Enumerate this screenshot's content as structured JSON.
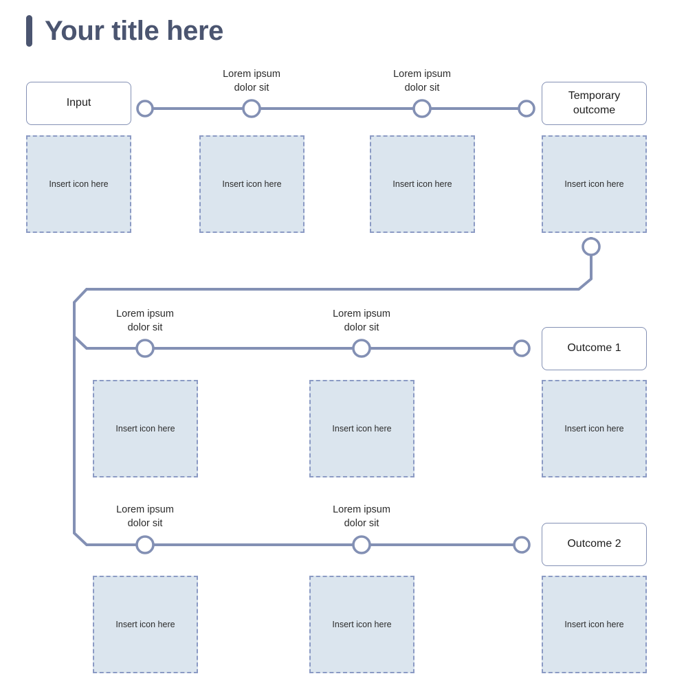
{
  "header": {
    "title": "Your title here",
    "accent_color": "#4b5570"
  },
  "theme": {
    "line_color": "#8390b4",
    "box_border_color": "#8390b4",
    "icon_fill": "#dbe5ee",
    "icon_border": "#8b9ac4",
    "text_color": "#1d1d1d",
    "background": "#ffffff"
  },
  "icon_placeholder": "Insert icon here",
  "tracks": [
    {
      "id": "track-main",
      "start_node": {
        "label": "Input"
      },
      "end_node": {
        "label": "Temporary outcome"
      },
      "steps": [
        {
          "label": "Lorem ipsum\ndolor sit"
        },
        {
          "label": "Lorem ipsum\ndolor sit"
        }
      ],
      "icons": [
        {
          "label": "Insert icon here"
        },
        {
          "label": "Insert icon here"
        },
        {
          "label": "Insert icon here"
        },
        {
          "label": "Insert icon here"
        }
      ]
    },
    {
      "id": "track-outcome-1",
      "end_node": {
        "label": "Outcome 1"
      },
      "steps": [
        {
          "label": "Lorem ipsum\ndolor sit"
        },
        {
          "label": "Lorem ipsum\ndolor sit"
        }
      ],
      "icons": [
        {
          "label": "Insert icon here"
        },
        {
          "label": "Insert icon here"
        },
        {
          "label": "Insert icon here"
        }
      ]
    },
    {
      "id": "track-outcome-2",
      "end_node": {
        "label": "Outcome 2"
      },
      "steps": [
        {
          "label": "Lorem ipsum\ndolor sit"
        },
        {
          "label": "Lorem ipsum\ndolor sit"
        }
      ],
      "icons": [
        {
          "label": "Insert icon here"
        },
        {
          "label": "Insert icon here"
        },
        {
          "label": "Insert icon here"
        }
      ]
    }
  ]
}
